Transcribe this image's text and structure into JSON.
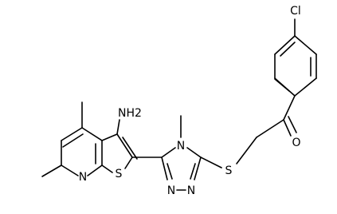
{
  "molecule": {
    "atom_labels": {
      "amino": "NH2",
      "pyridine_n": "N",
      "thiophene_s": "S",
      "triazole_n_top": "N",
      "triazole_n_bottom_left": "N",
      "triazole_n_bottom_right": "N",
      "thioether_s": "S",
      "carbonyl_o": "O",
      "chlorine": "Cl"
    }
  }
}
